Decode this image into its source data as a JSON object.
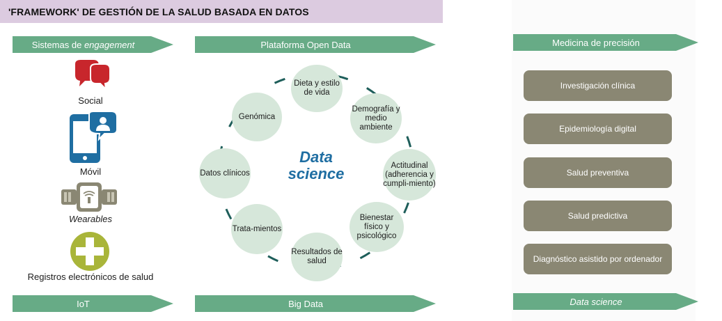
{
  "title": {
    "prefix": "'FRAMEWORK' DE GESTIÓN DE LA SALUD BASADA EN DATOS"
  },
  "left_column": {
    "header_prefix": "Sistemas de ",
    "header_italic": "engagement",
    "items": [
      {
        "label": "Social",
        "icon": "speech-bubbles-icon",
        "color": "#c8262c"
      },
      {
        "label": "Móvil",
        "icon": "smartphone-icon",
        "color": "#1f6ea2"
      },
      {
        "label": "Wearables",
        "icon": "smartwatch-icon",
        "color": "#8a8773"
      },
      {
        "label": "Registros electrónicos de salud",
        "icon": "plus-icon",
        "color": "#a9b53a"
      }
    ],
    "footer": "IoT"
  },
  "center_column": {
    "header": "Plataforma Open Data",
    "center_text_line1": "Data",
    "center_text_line2": "science",
    "nodes": [
      "Dieta y estilo de vida",
      "Demografía y medio ambiente",
      "Actitudinal (adherencia y cumpli-miento)",
      "Bienestar físico y psicológico",
      "Resultados de salud",
      "Trata-mientos",
      "Datos clínicos",
      "Genómica"
    ],
    "footer": "Big Data"
  },
  "right_column": {
    "header": "Medicina de precisión",
    "boxes": [
      "Investigación clínica",
      "Epidemiología digital",
      "Salud preventiva",
      "Salud predictiva",
      "Diagnóstico asistido por ordenador"
    ],
    "footer": "Data science"
  },
  "colors": {
    "arrow_green": "#67ab86",
    "circle_fill": "#d6e7da",
    "box_fill": "#8a8773",
    "title_bg": "#dccbe0",
    "data_science_blue": "#1f6ea2"
  }
}
